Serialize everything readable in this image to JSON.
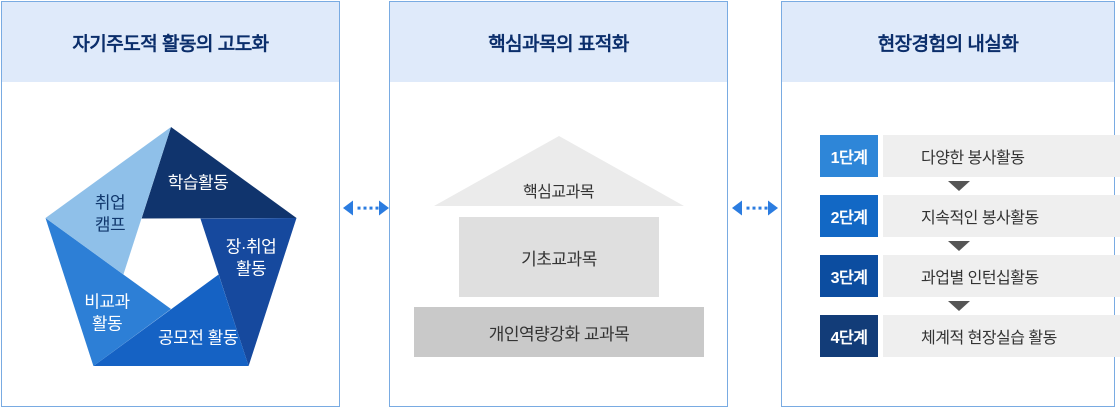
{
  "panels": {
    "self_directed": {
      "title": "자기주도적 활동의 고도화",
      "segments": [
        {
          "id": "study",
          "line1": "학습활동",
          "line2": "",
          "color": "#10346d",
          "text_color": "#ffffff"
        },
        {
          "id": "job",
          "line1": "장·취업",
          "line2": "활동",
          "color": "#16499e",
          "text_color": "#ffffff"
        },
        {
          "id": "contest",
          "line1": "공모전 활동",
          "line2": "",
          "color": "#1562c4",
          "text_color": "#ffffff"
        },
        {
          "id": "extracurricular",
          "line1": "비교과",
          "line2": "활동",
          "color": "#2d7fd6",
          "text_color": "#ffffff"
        },
        {
          "id": "job-camp",
          "line1": "취업",
          "line2": "캠프",
          "color": "#8fc0e9",
          "text_color": "#11386d"
        }
      ]
    },
    "core_subjects": {
      "title": "핵심과목의 표적화",
      "pyramid": {
        "top": {
          "label": "핵심교과목",
          "color": "#ebebeb"
        },
        "middle": {
          "label": "기초교과목",
          "color": "#dfdfdf"
        },
        "bottom": {
          "label": "개인역량강화 교과목",
          "color": "#c9c9c9"
        }
      }
    },
    "field_experience": {
      "title": "현장경험의 내실화",
      "steps": [
        {
          "stage": "1단계",
          "label": "다양한 봉사활동",
          "badge_color": "#2e86d8"
        },
        {
          "stage": "2단계",
          "label": "지속적인 봉사활동",
          "badge_color": "#1268c5"
        },
        {
          "stage": "3단계",
          "label": "과업별 인턴십활동",
          "badge_color": "#0c4da0"
        },
        {
          "stage": "4단계",
          "label": "체계적 현장실습 활동",
          "badge_color": "#123c78"
        }
      ]
    }
  },
  "connector": {
    "name": "dotted-double-arrow",
    "color": "#2b7ce0"
  },
  "theme": {
    "panel_border": "#79abe2",
    "header_bg": "#dfeafa",
    "header_text": "#0b2e6b",
    "step_arrow_color": "#555555",
    "step_row_bg": "#efefef",
    "body_text": "#333333"
  }
}
